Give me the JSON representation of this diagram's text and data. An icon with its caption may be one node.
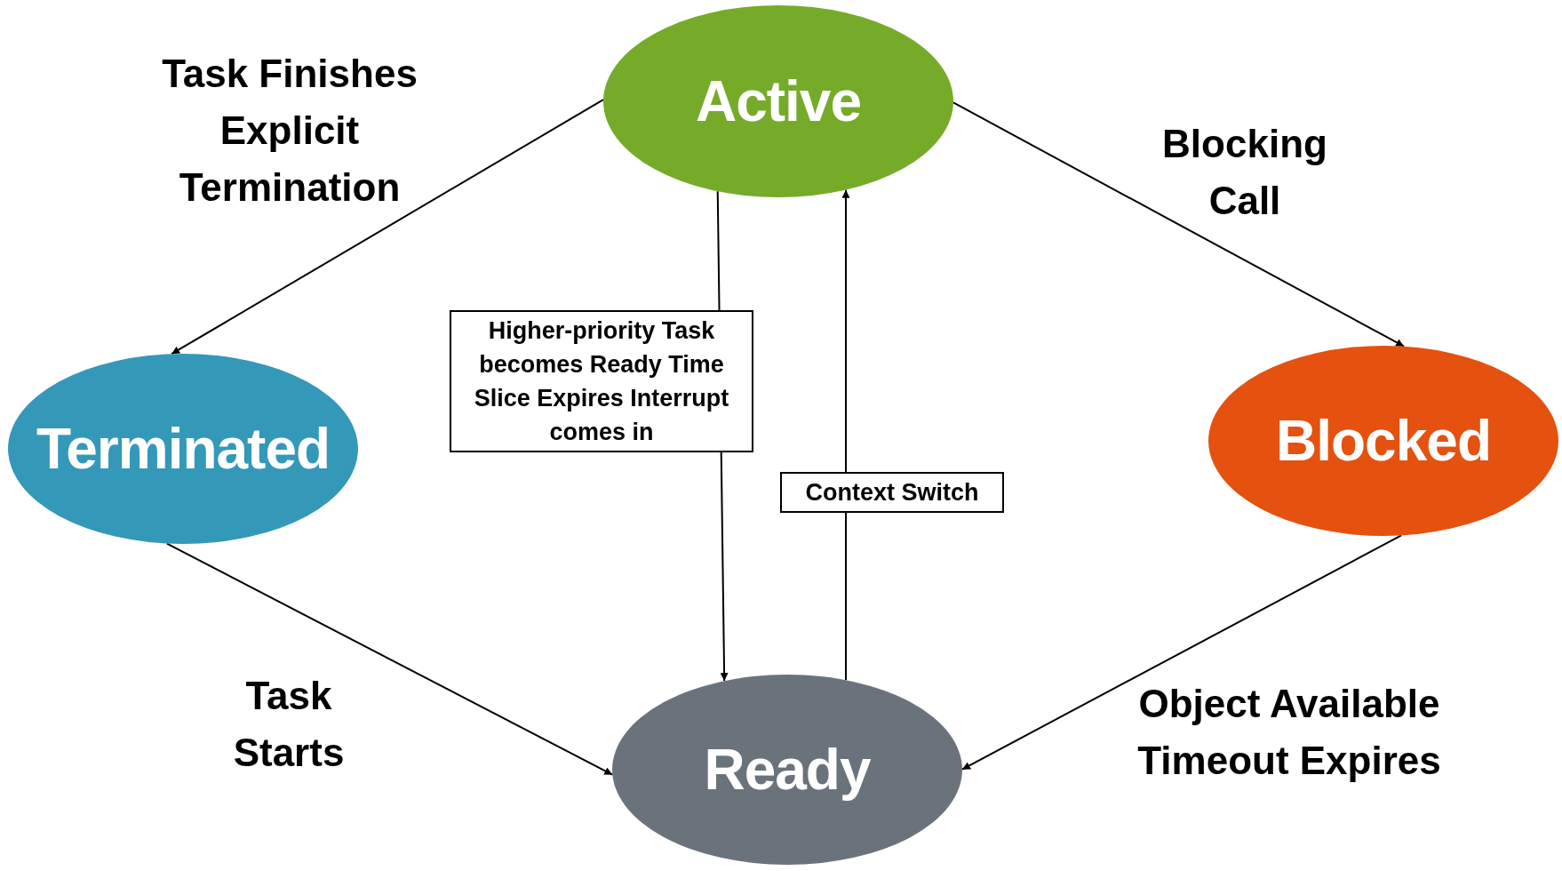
{
  "diagram": {
    "nodes": [
      {
        "text": [
          "Active"
        ]
      },
      {
        "text": [
          "Terminated"
        ]
      },
      {
        "text": [
          "Blocked"
        ]
      },
      {
        "text": [
          "Ready"
        ]
      }
    ],
    "edges": [
      {
        "from": 0,
        "to": 1,
        "arrow": "to",
        "label": "Task Finishes Explicit Termination"
      },
      {
        "from": 0,
        "to": 2,
        "arrow": "to",
        "label": "Blocking Call"
      },
      {
        "from": 0,
        "to": 3,
        "arrow": "to",
        "label": "Higher-priority Task becomes Ready Time Slice Expires Interrupt comes in"
      },
      {
        "from": 3,
        "to": 0,
        "arrow": "to",
        "label": "Context Switch"
      },
      {
        "from": 1,
        "to": 3,
        "arrow": "to",
        "label": "Task Starts"
      },
      {
        "from": 2,
        "to": 3,
        "arrow": "to",
        "label": "Object Available Timeout Expires"
      }
    ]
  }
}
